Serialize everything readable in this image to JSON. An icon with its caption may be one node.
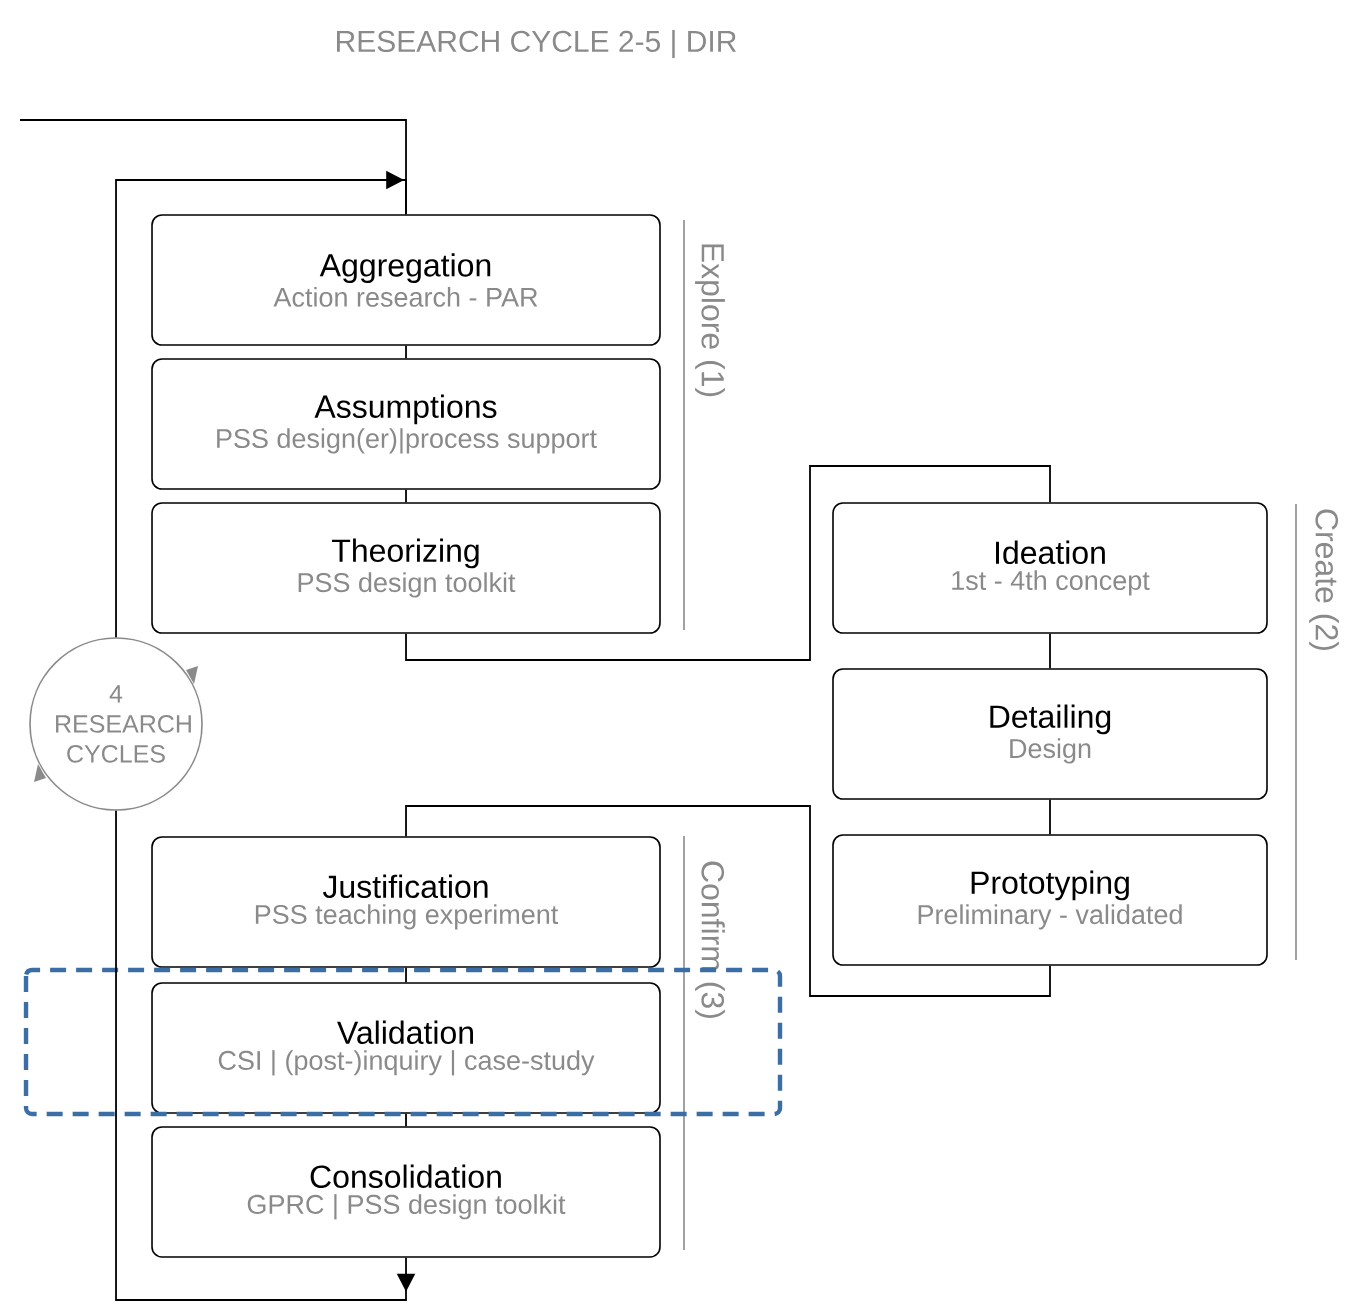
{
  "diagram": {
    "title": "RESEARCH CYCLE 2-5 | DIR",
    "nodes": [
      {
        "text": [
          "Aggregation",
          "Action research - PAR"
        ]
      },
      {
        "text": [
          "Assumptions",
          "PSS design(er)|process support"
        ]
      },
      {
        "text": [
          "Theorizing",
          "PSS design toolkit"
        ]
      },
      {
        "text": [
          "Ideation",
          "1st - 4th concept"
        ]
      },
      {
        "text": [
          "Detailing",
          "Design"
        ]
      },
      {
        "text": [
          "Prototyping",
          "Preliminary - validated"
        ]
      },
      {
        "text": [
          "Justification",
          "PSS teaching experiment"
        ]
      },
      {
        "text": [
          "Validation",
          "CSI | (post-)inquiry | case-study"
        ]
      },
      {
        "text": [
          "Consolidation",
          "GPRC | PSS design toolkit"
        ]
      },
      {
        "text": [
          "4 RESEARCH CYCLES"
        ]
      }
    ],
    "edges": [
      {
        "from": null,
        "to": 0,
        "arrow": "none"
      },
      {
        "from": 0,
        "to": 1,
        "arrow": "none"
      },
      {
        "from": 1,
        "to": 2,
        "arrow": "none"
      },
      {
        "from": 2,
        "to": 3,
        "arrow": "none"
      },
      {
        "from": 3,
        "to": 4,
        "arrow": "none"
      },
      {
        "from": 4,
        "to": 5,
        "arrow": "none"
      },
      {
        "from": 5,
        "to": 6,
        "arrow": "none"
      },
      {
        "from": 6,
        "to": 7,
        "arrow": "none"
      },
      {
        "from": 7,
        "to": 8,
        "arrow": "none"
      },
      {
        "from": 8,
        "to": 9,
        "arrow": "to"
      },
      {
        "from": 9,
        "to": 0,
        "arrow": "to"
      }
    ],
    "labels": [
      "Explore (1)",
      "Create (2)",
      "Confirm (3)"
    ]
  }
}
